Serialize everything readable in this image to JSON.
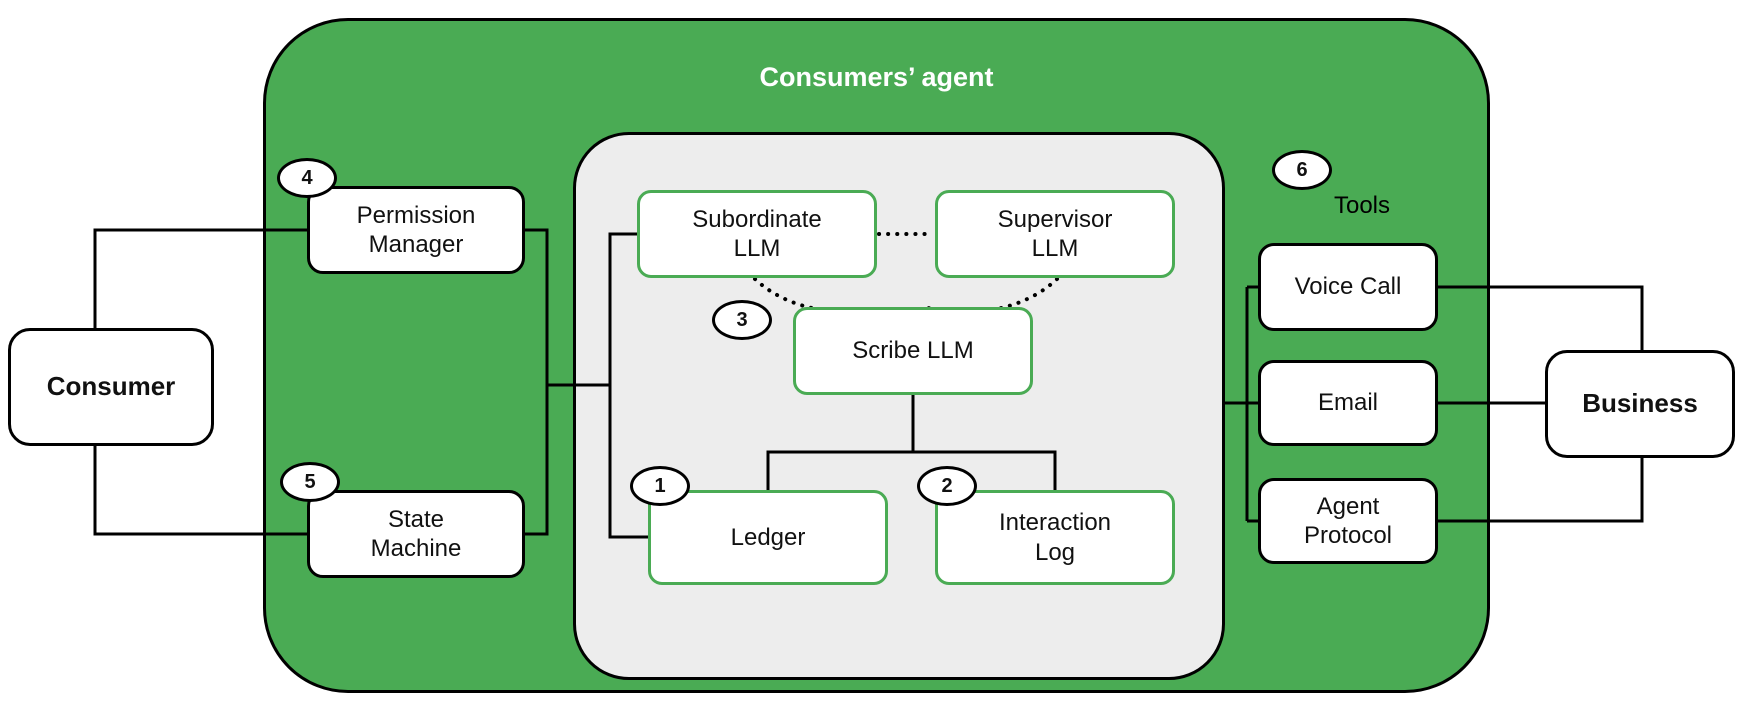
{
  "diagram": {
    "title": "Consumers’ agent",
    "nodes": {
      "consumer": {
        "label": "Consumer"
      },
      "business": {
        "label": "Business"
      },
      "permission_manager": {
        "label": "Permission\nManager"
      },
      "state_machine": {
        "label": "State\nMachine"
      },
      "subordinate_llm": {
        "label": "Subordinate\nLLM"
      },
      "supervisor_llm": {
        "label": "Supervisor\nLLM"
      },
      "scribe_llm": {
        "label": "Scribe LLM"
      },
      "ledger": {
        "label": "Ledger"
      },
      "interaction_log": {
        "label": "Interaction\nLog"
      },
      "voice_call": {
        "label": "Voice Call"
      },
      "email": {
        "label": "Email"
      },
      "agent_protocol": {
        "label": "Agent\nProtocol"
      }
    },
    "badges": {
      "ledger": "1",
      "interaction_log": "2",
      "scribe_llm": "3",
      "permission_manager": "4",
      "state_machine": "5",
      "tools": "6"
    },
    "labels": {
      "tools": "Tools"
    },
    "colors": {
      "agent_panel_bg": "#4aab54",
      "llm_panel_bg": "#ededed",
      "green_node_border": "#4aab54",
      "dark_node_border": "#000000",
      "connector": "#000000"
    }
  }
}
